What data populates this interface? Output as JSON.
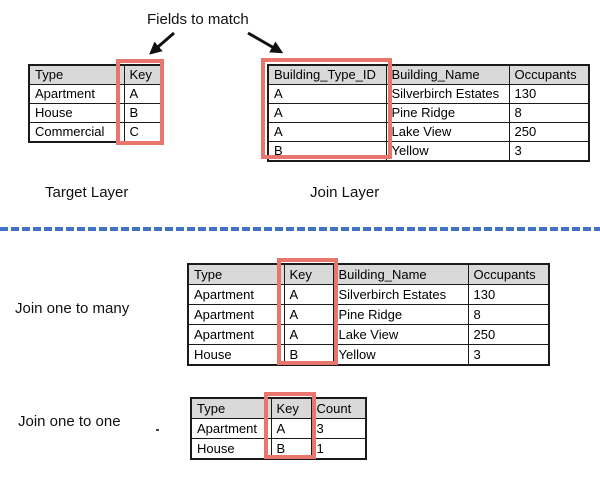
{
  "colors": {
    "highlight_red": "#E8766D",
    "header_gray": "#D9D9D9",
    "divider_blue": "#4472C4",
    "table_border": "#1a1a1a"
  },
  "annotation": {
    "fields_to_match": "Fields to match"
  },
  "top_section": {
    "target_table": {
      "label": "Target Layer",
      "highlighted_column": "Key",
      "headers": [
        "Type",
        "Key"
      ],
      "rows": [
        [
          "Apartment",
          "A"
        ],
        [
          "House",
          "B"
        ],
        [
          "Commercial",
          "C"
        ]
      ]
    },
    "join_table": {
      "label": "Join Layer",
      "highlighted_column": "Building_Type_ID",
      "headers": [
        "Building_Type_ID",
        "Building_Name",
        "Occupants"
      ],
      "rows": [
        [
          "A",
          "Silverbirch Estates",
          "130"
        ],
        [
          "A",
          "Pine Ridge",
          "8"
        ],
        [
          "A",
          "Lake View",
          "250"
        ],
        [
          "B",
          "Yellow",
          "3"
        ]
      ]
    }
  },
  "bottom_section": {
    "one_to_many": {
      "label": "Join one to many",
      "highlighted_column": "Key",
      "headers": [
        "Type",
        "Key",
        "Building_Name",
        "Occupants"
      ],
      "rows": [
        [
          "Apartment",
          "A",
          "Silverbirch Estates",
          "130"
        ],
        [
          "Apartment",
          "A",
          "Pine Ridge",
          "8"
        ],
        [
          "Apartment",
          "A",
          "Lake View",
          "250"
        ],
        [
          "House",
          "B",
          "Yellow",
          "3"
        ]
      ]
    },
    "one_to_one": {
      "label": "Join one to one",
      "highlighted_column": "Key",
      "headers": [
        "Type",
        "Key",
        "Count"
      ],
      "rows": [
        [
          "Apartment",
          "A",
          "3"
        ],
        [
          "House",
          "B",
          "1"
        ]
      ]
    }
  }
}
